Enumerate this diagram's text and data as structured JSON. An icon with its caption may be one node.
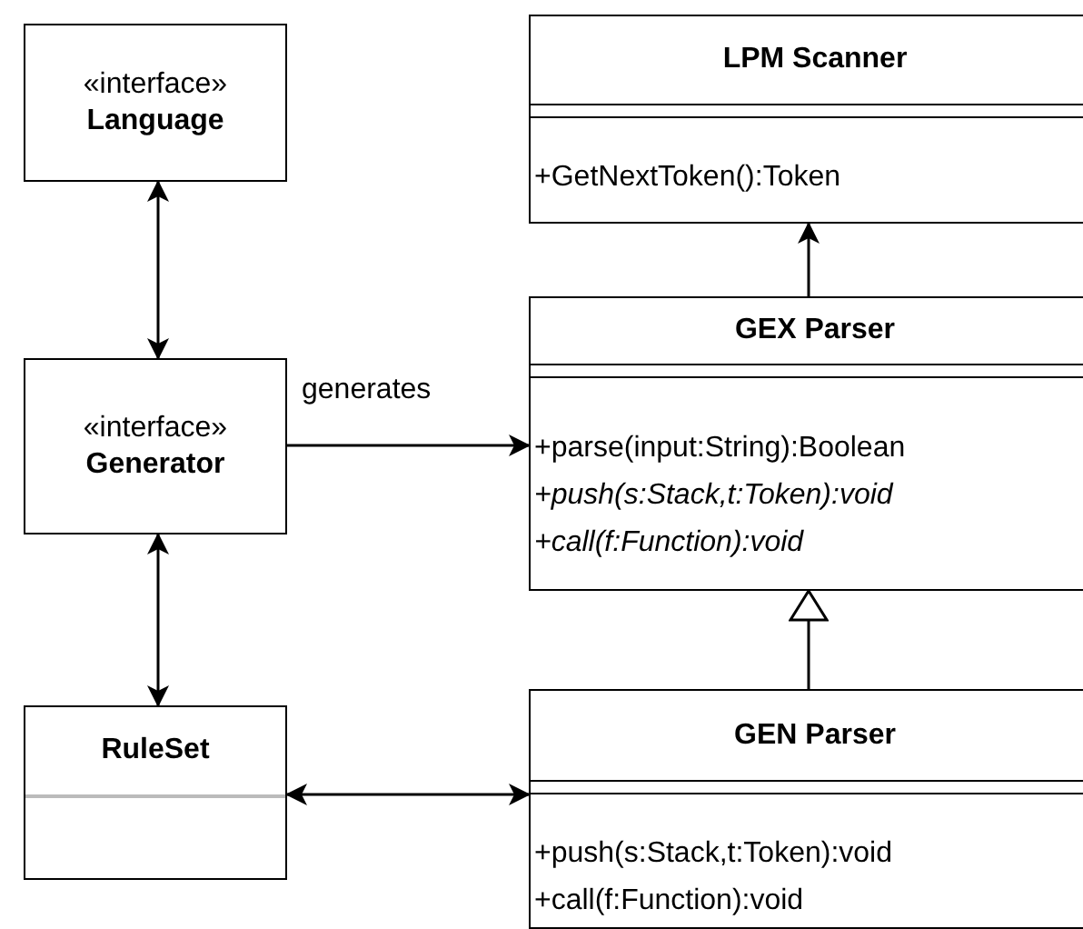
{
  "diagram": {
    "nodes": [
      {
        "text": [
          "«interface»",
          "Language"
        ]
      },
      {
        "text": [
          "«interface»",
          "Generator"
        ]
      },
      {
        "text": [
          "RuleSet"
        ]
      },
      {
        "text": [
          "LPM Scanner",
          "+GetNextToken():Token"
        ]
      },
      {
        "text": [
          "GEX Parser",
          "+parse(input:String):Boolean",
          "*+push(s:Stack,t:Token):void*",
          "*+call(f:Function):void*"
        ]
      },
      {
        "text": [
          "GEN Parser",
          "+push(s:Stack,t:Token):void",
          "+call(f:Function):void"
        ]
      }
    ],
    "edges": [
      {
        "from": 0,
        "to": 1,
        "arrow": "both"
      },
      {
        "from": 1,
        "to": 2,
        "arrow": "both"
      },
      {
        "from": 1,
        "to": 4,
        "arrow": "to",
        "label": "generates"
      },
      {
        "from": 4,
        "to": 3,
        "arrow": "to"
      },
      {
        "from": 5,
        "to": 4,
        "arrow": "to"
      },
      {
        "from": 2,
        "to": 5,
        "arrow": "both"
      }
    ]
  }
}
